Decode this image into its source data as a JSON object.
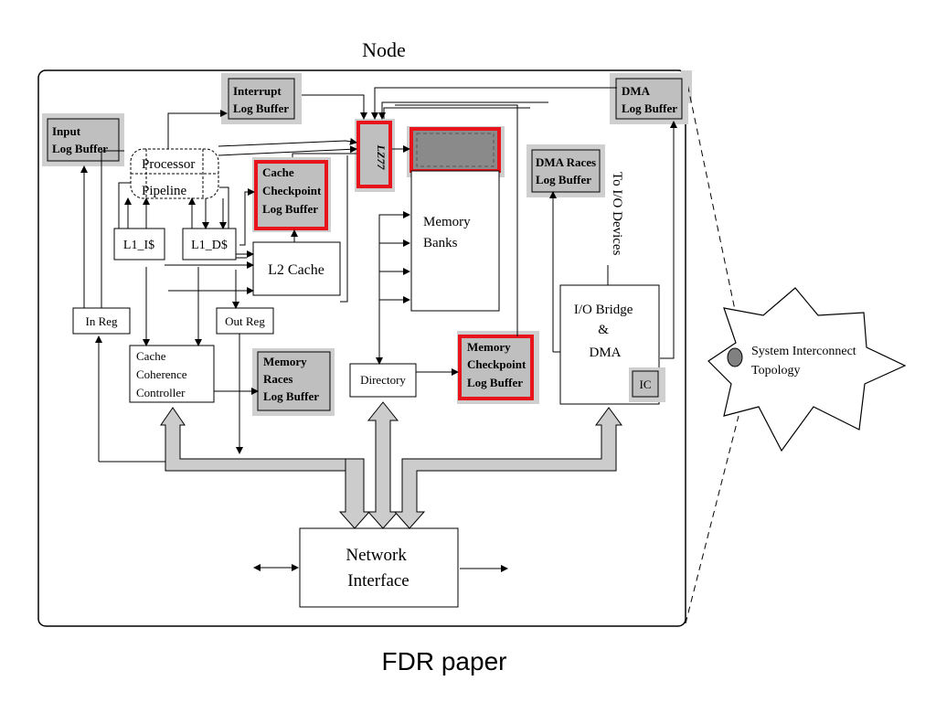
{
  "node_title": "Node",
  "caption": "FDR paper",
  "blocks": {
    "interrupt_log": [
      "Interrupt",
      "Log Buffer"
    ],
    "dma_log": [
      "DMA",
      "Log Buffer"
    ],
    "input_log": [
      "Input",
      "Log Buffer"
    ],
    "processor": [
      "Processor",
      "Pipeline"
    ],
    "cache_checkpoint": [
      "Cache",
      "Checkpoint",
      "Log Buffer"
    ],
    "lz77": "LZ77",
    "memory_banks": [
      "Memory",
      "Banks"
    ],
    "dma_races": [
      "DMA Races",
      "Log Buffer"
    ],
    "to_io": "To I/O Devices",
    "l1i": "L1_I$",
    "l1d": "L1_D$",
    "l2": "L2 Cache",
    "in_reg": "In Reg",
    "out_reg": "Out Reg",
    "coherence": [
      "Cache",
      "Coherence",
      "Controller"
    ],
    "memory_races": [
      "Memory",
      "Races",
      "Log Buffer"
    ],
    "directory": "Directory",
    "memory_checkpoint": [
      "Memory",
      "Checkpoint",
      "Log Buffer"
    ],
    "io_bridge": [
      "I/O Bridge",
      "&",
      "DMA"
    ],
    "ic": "IC",
    "network": [
      "Network",
      "Interface"
    ],
    "interconnect": [
      "System Interconnect",
      "Topology"
    ]
  },
  "colors": {
    "shaded_box": "#bfbfbf",
    "shade_outline": "#cfcfcf",
    "highlight": "#e8141b",
    "bus_fill": "#cccccc",
    "dark_fill": "#8a8a8a",
    "line": "#000000"
  }
}
